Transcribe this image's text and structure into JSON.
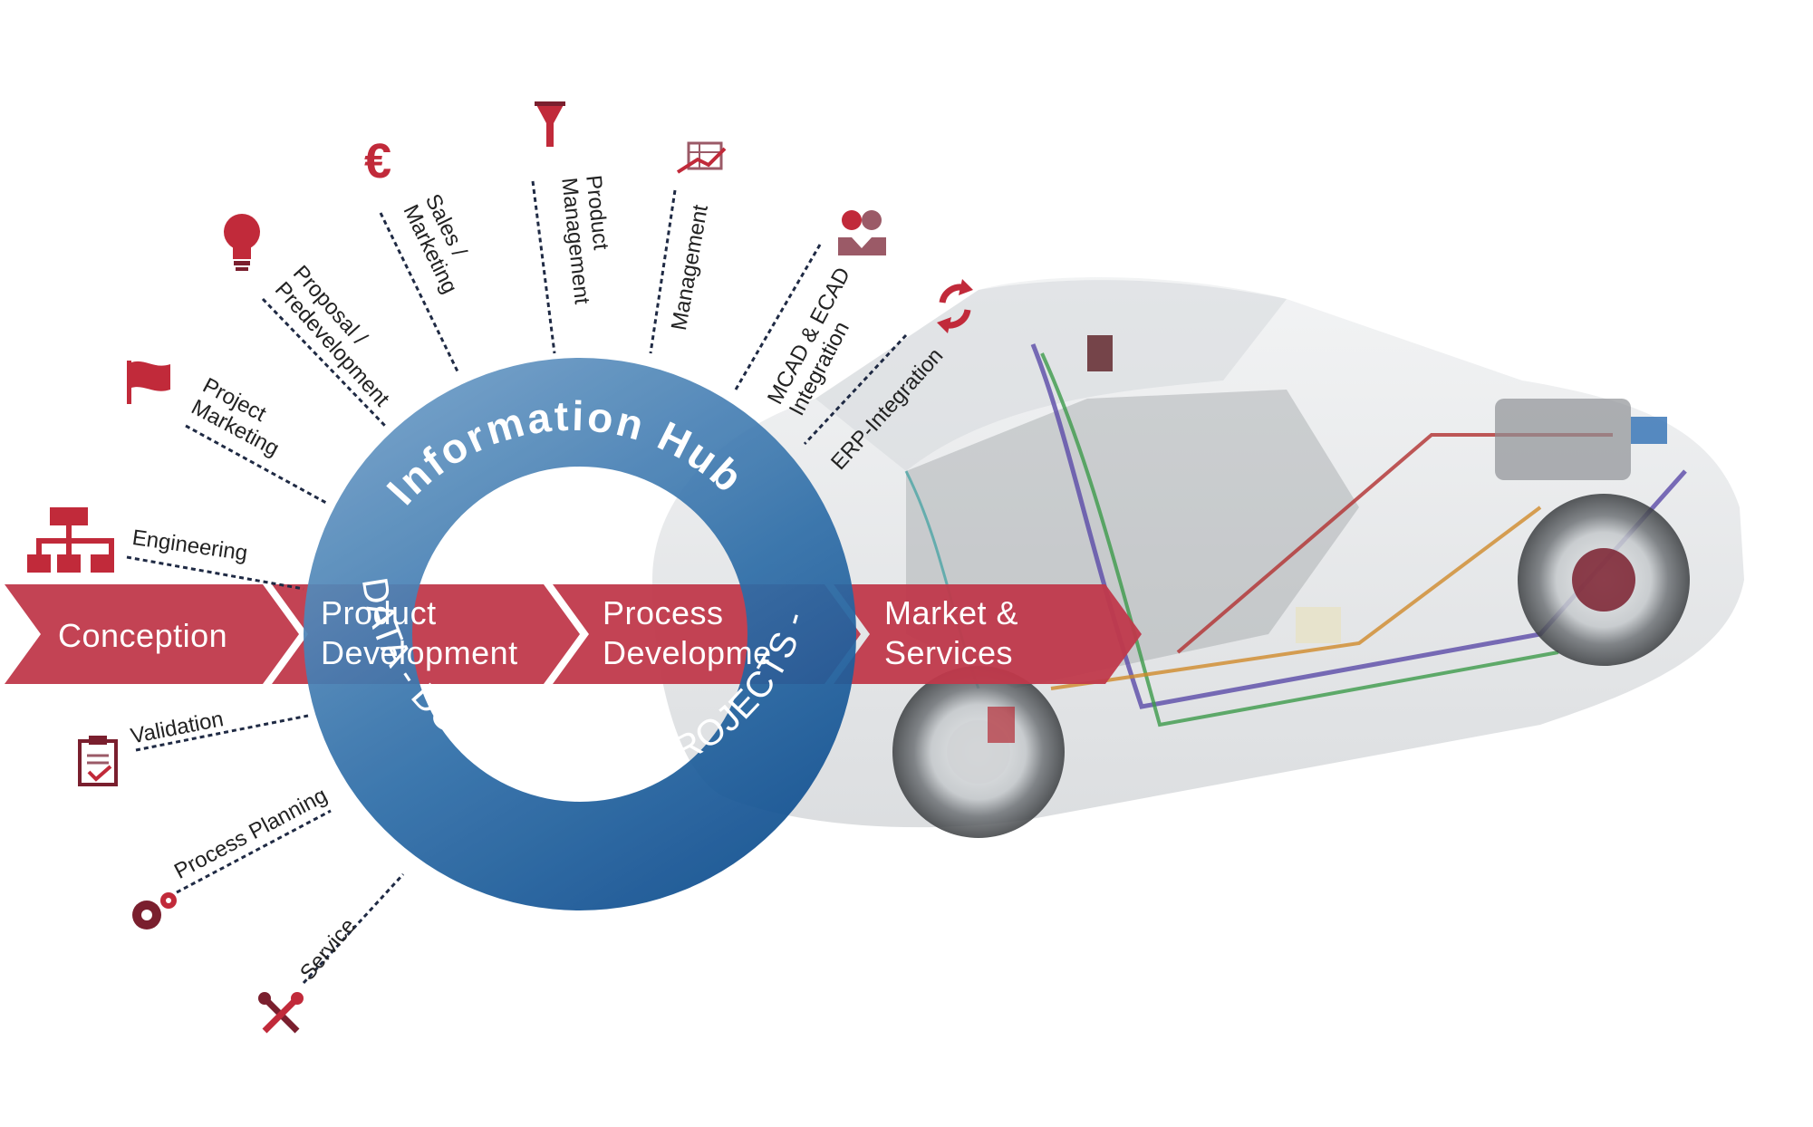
{
  "hub": {
    "title": "Information Hub",
    "subtitle": "DATA - DOCUMENTS - PROJECTS - PROCESS"
  },
  "phases": [
    {
      "line1": "Conception",
      "line2": ""
    },
    {
      "line1": "Product",
      "line2": "Development"
    },
    {
      "line1": "Process",
      "line2": "Developme"
    },
    {
      "line1": "Market &",
      "line2": "Services"
    }
  ],
  "rays": {
    "engineering": {
      "line1": "Engineering",
      "line2": "",
      "icon": "org-chart-icon"
    },
    "project_marketing": {
      "line1": "Project",
      "line2": "Marketing",
      "icon": "flag-icon"
    },
    "proposal": {
      "line1": "Proposal /",
      "line2": "Predevelopment",
      "icon": "lightbulb-icon"
    },
    "sales": {
      "line1": "Sales /",
      "line2": "Marketing",
      "icon": "euro-icon"
    },
    "product_management": {
      "line1": "Product",
      "line2": "Management",
      "icon": "funnel-icon"
    },
    "management": {
      "line1": "Management",
      "line2": "",
      "icon": "chart-icon"
    },
    "mcad": {
      "line1": "MCAD & ECAD",
      "line2": "Integration",
      "icon": "people-icon"
    },
    "erp": {
      "line1": "ERP-Integration",
      "line2": "",
      "icon": "refresh-icon"
    },
    "validation": {
      "line1": "Validation",
      "line2": "",
      "icon": "clipboard-icon"
    },
    "process_planning": {
      "line1": "Process Planning",
      "line2": "",
      "icon": "gears-icon"
    },
    "service": {
      "line1": "Service",
      "line2": "",
      "icon": "tools-icon"
    }
  },
  "colors": {
    "arrow": "#c0394b",
    "hub_light": "#6d9cc6",
    "hub_dark": "#0e4d8e",
    "icon": "#c12a3a",
    "icon_dark": "#7a1f2e"
  }
}
